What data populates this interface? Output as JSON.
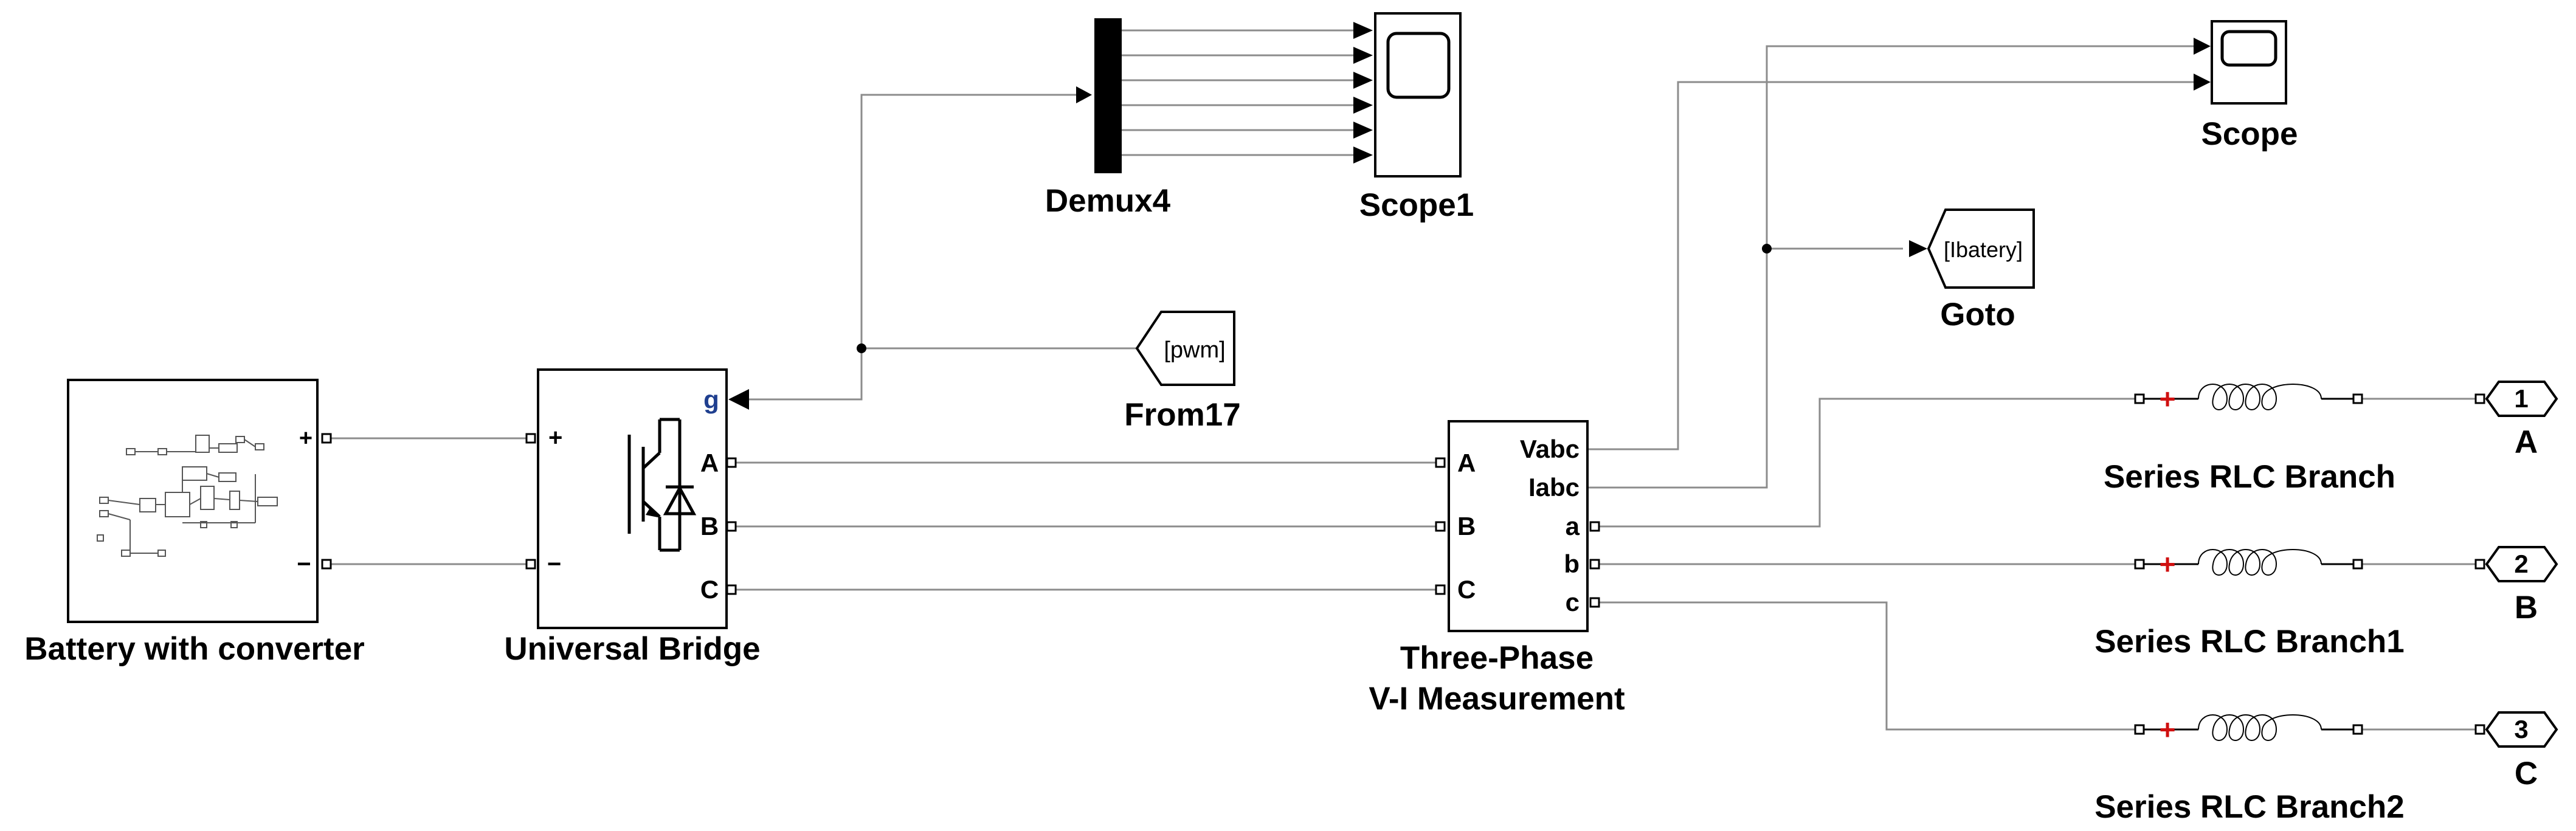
{
  "diagram": {
    "blocks": {
      "battery": {
        "label": "Battery with converter",
        "plus": "+",
        "minus": "−"
      },
      "bridge": {
        "label": "Universal Bridge",
        "port_g": "g",
        "port_a": "A",
        "port_b": "B",
        "port_c": "C",
        "port_plus": "+",
        "port_minus": "−"
      },
      "from17": {
        "label": "From17",
        "tag": "[pwm]"
      },
      "demux4": {
        "label": "Demux4"
      },
      "scope1": {
        "label": "Scope1"
      },
      "scope": {
        "label": "Scope"
      },
      "goto": {
        "label": "Goto",
        "tag": "[Ibatery]"
      },
      "measure": {
        "label_line1": "Three-Phase",
        "label_line2": "V-I Measurement",
        "in_a": "A",
        "in_b": "B",
        "in_c": "C",
        "out_vabc": "Vabc",
        "out_iabc": "Iabc",
        "out_a": "a",
        "out_b": "b",
        "out_c": "c"
      },
      "rlc": {
        "label": "Series RLC Branch",
        "polarity": "+"
      },
      "rlc1": {
        "label": "Series RLC Branch1",
        "polarity": "+"
      },
      "rlc2": {
        "label": "Series RLC Branch2",
        "polarity": "+"
      },
      "out1": {
        "num": "1",
        "label": "A"
      },
      "out2": {
        "num": "2",
        "label": "B"
      },
      "out3": {
        "num": "3",
        "label": "C"
      }
    }
  },
  "colors": {
    "wire": "#8c8c8c",
    "port_g": "#1f3f8f",
    "polarity": "#d01010"
  }
}
